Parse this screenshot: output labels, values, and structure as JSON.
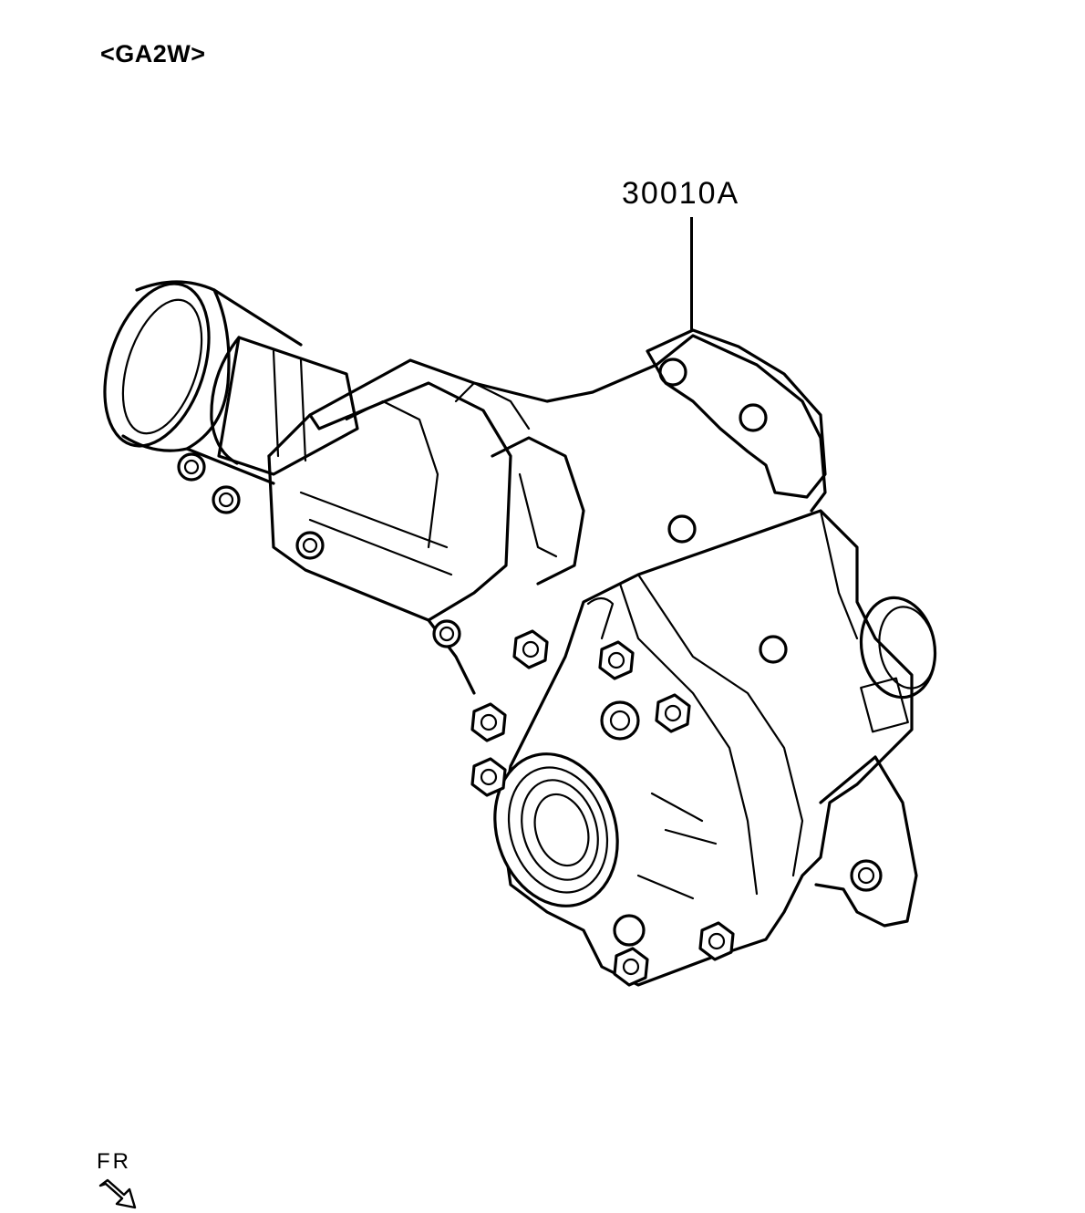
{
  "header": {
    "model_code": "<GA2W>"
  },
  "callouts": [
    {
      "part_number": "30010A"
    }
  ],
  "orientation": {
    "label": "FR",
    "icon": "front-direction-arrow-icon"
  },
  "illustration": {
    "subject_icon": "transfer-case-assembly-icon"
  },
  "colors": {
    "ink": "#000000",
    "paper": "#ffffff"
  }
}
